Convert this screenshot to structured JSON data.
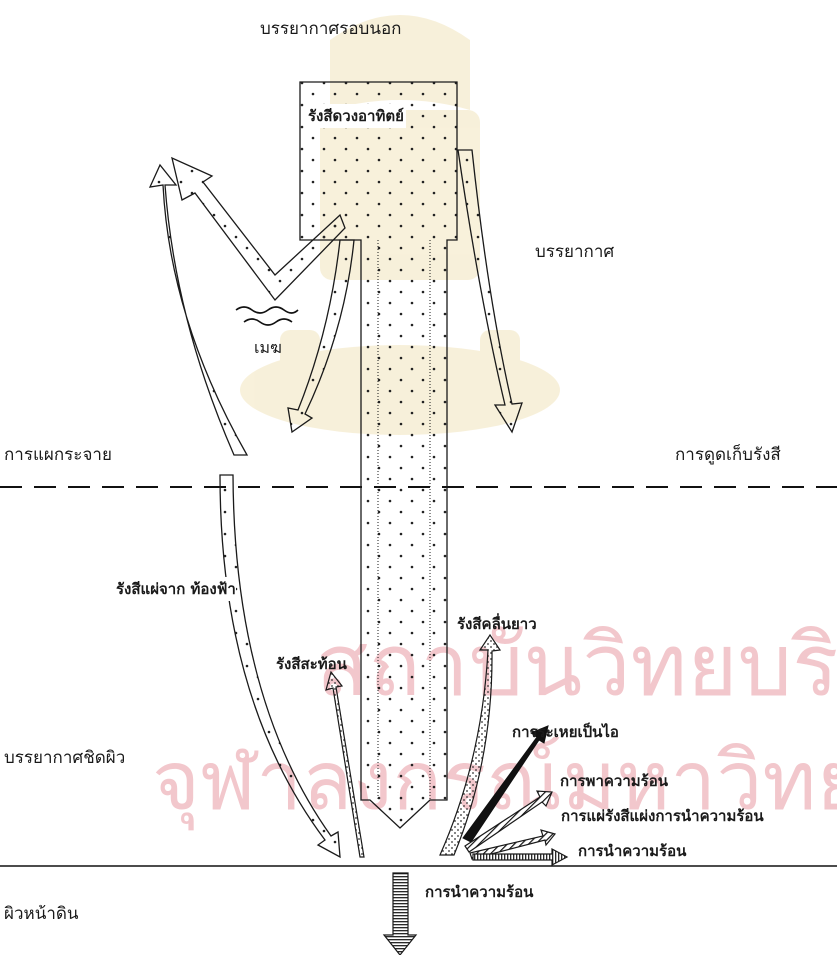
{
  "labels": {
    "outer_atmosphere": "บรรยากาศรอบนอก",
    "atmosphere": "บรรยากาศ",
    "scattering": "การแผกระจาย",
    "absorption": "การดูดเก็บรังสี",
    "surface_atmosphere": "บรรยากาศชิดผิว",
    "ground_surface": "ผิวหน้าดิน",
    "solar_radiation": "รังสีดวงอาทิตย์",
    "cloud": "เมฆ",
    "sky_radiation": "รังสีแผ่จาก ท้องฟ้า",
    "reflected_radiation": "รังสีสะท้อน",
    "longwave_radiation": "รังสีคลื่นยาว",
    "evaporation": "การระเหยเป็นไอ",
    "convection": "การพาความร้อน",
    "radiation_conduction": "การแผ่รังสีแผ่งการนำความร้อน",
    "conduction_air": "การนำความร้อน",
    "conduction_ground": "การนำความร้อน"
  },
  "watermark": {
    "line1": "สถาบันวิทยบริการ",
    "line2": "จุฬาลงกรณ์มหาวิทยาลัย"
  },
  "colors": {
    "ink": "#1a1a1a",
    "watermark": "#d33a4a",
    "watermark_gold": "#d7b13a"
  }
}
